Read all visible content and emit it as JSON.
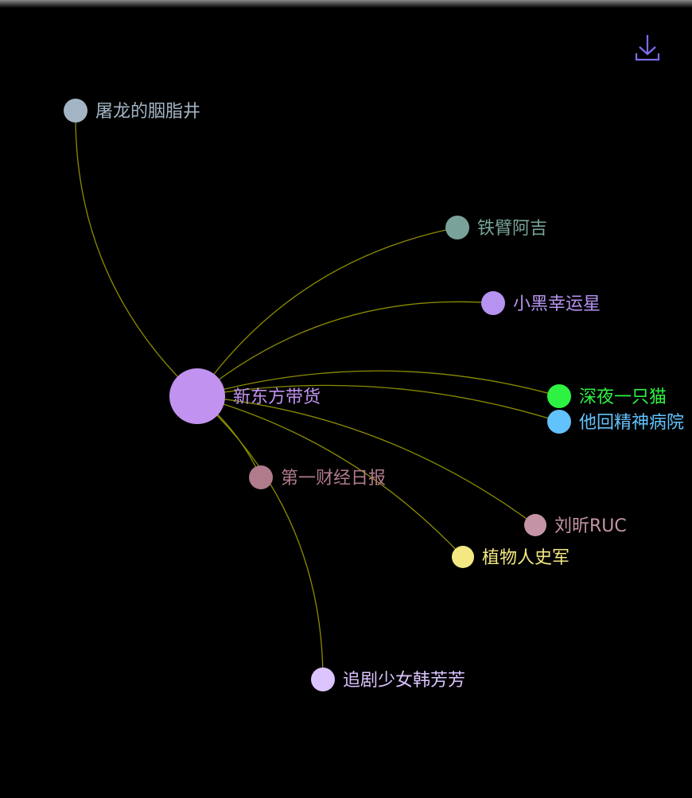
{
  "toolbox": {
    "download_icon": "download-icon",
    "color": "#7b6cf0"
  },
  "edge_color": "#8c8c00",
  "nodes": [
    {
      "id": "center",
      "name": "新东方带货",
      "color": "#c192ef"
    },
    {
      "id": "n1",
      "name": "屠龙的胭脂井",
      "color": "#a3b5c4"
    },
    {
      "id": "n2",
      "name": "铁臂阿吉",
      "color": "#79a39a"
    },
    {
      "id": "n3",
      "name": "小黑幸运星",
      "color": "#b693f0"
    },
    {
      "id": "n4",
      "name": "深夜一只猫",
      "color": "#2ef241"
    },
    {
      "id": "n5",
      "name": "他回精神病院",
      "color": "#62c2fb"
    },
    {
      "id": "n6",
      "name": "第一财经日报",
      "color": "#b07b8b"
    },
    {
      "id": "n7",
      "name": "刘昕RUC",
      "color": "#c494a6"
    },
    {
      "id": "n8",
      "name": "植物人史军",
      "color": "#f3e882"
    },
    {
      "id": "n9",
      "name": "追剧少女韩芳芳",
      "color": "#dcc4ff"
    }
  ],
  "links": [
    {
      "source": "center",
      "target": "n1"
    },
    {
      "source": "center",
      "target": "n2"
    },
    {
      "source": "center",
      "target": "n3"
    },
    {
      "source": "center",
      "target": "n4"
    },
    {
      "source": "center",
      "target": "n5"
    },
    {
      "source": "center",
      "target": "n6"
    },
    {
      "source": "center",
      "target": "n7"
    },
    {
      "source": "center",
      "target": "n8"
    },
    {
      "source": "center",
      "target": "n9"
    }
  ]
}
